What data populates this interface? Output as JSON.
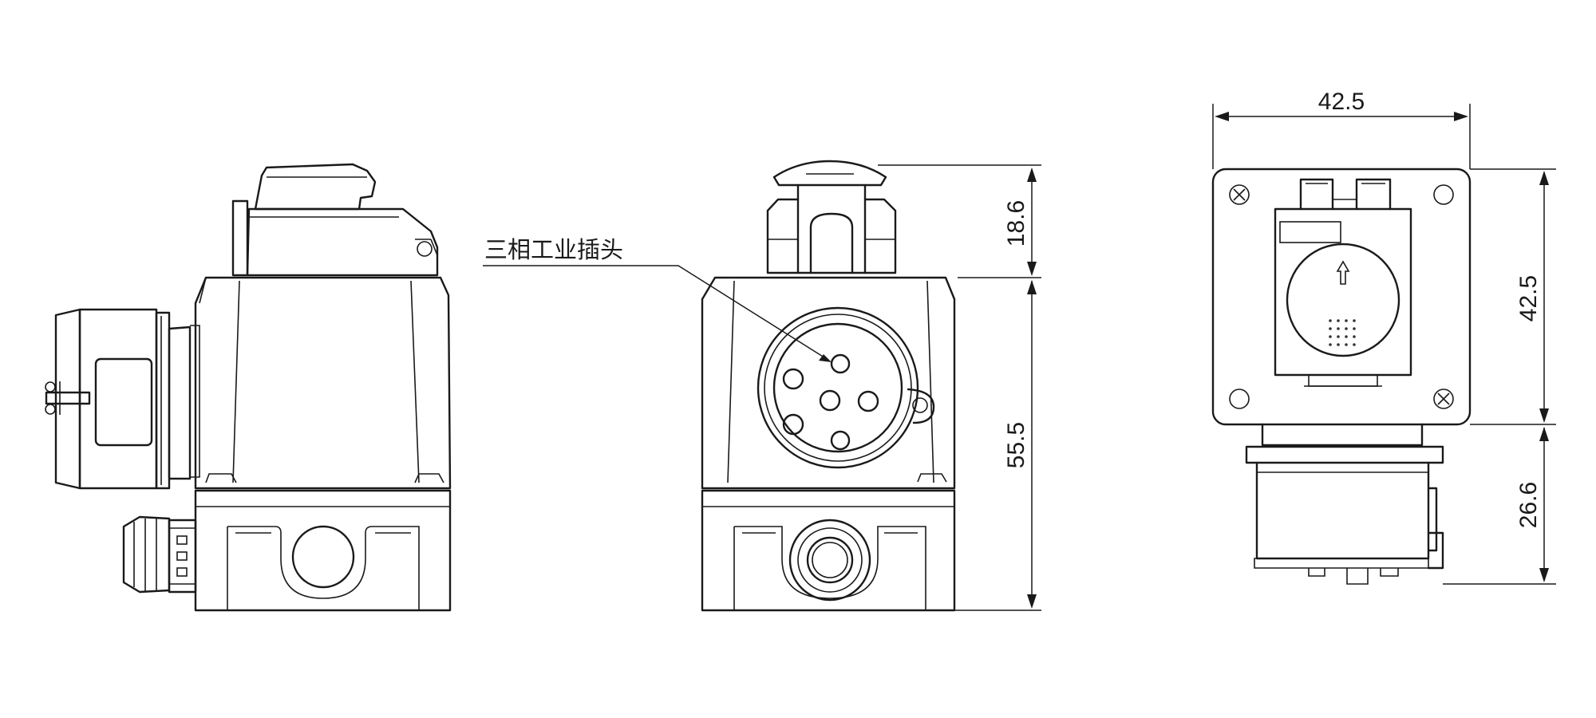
{
  "label": {
    "text": "三相工业插头"
  },
  "dimensions": {
    "width_top": "42.5",
    "cover_height": "18.6",
    "body_height": "55.5",
    "plate_height": "42.5",
    "plug_depth": "26.6"
  },
  "colors": {
    "line": "#1a1a1a",
    "background": "#ffffff"
  }
}
